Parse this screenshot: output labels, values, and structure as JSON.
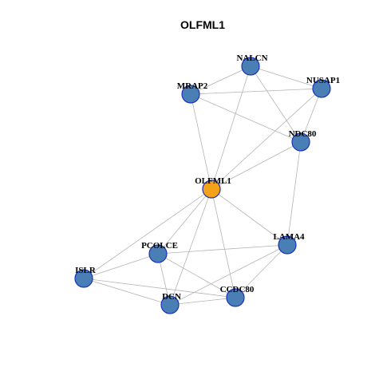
{
  "graph": {
    "title": "OLFML1",
    "colors": {
      "hub_node": "#f5a21b",
      "node": "#4a7fb5",
      "node_border": "#1a33bf",
      "edge": "#b4b4b4"
    },
    "nodes": [
      {
        "id": "OLFML1",
        "label": "OLFML1",
        "hub": true
      },
      {
        "id": "NALCN",
        "label": "NALCN",
        "hub": false
      },
      {
        "id": "NUSAP1",
        "label": "NUSAP1",
        "hub": false
      },
      {
        "id": "MRAP2",
        "label": "MRAP2",
        "hub": false
      },
      {
        "id": "NDC80",
        "label": "NDC80",
        "hub": false
      },
      {
        "id": "LAMA4",
        "label": "LAMA4",
        "hub": false
      },
      {
        "id": "PCOLCE",
        "label": "PCOLCE",
        "hub": false
      },
      {
        "id": "ISLR",
        "label": "ISLR",
        "hub": false
      },
      {
        "id": "CCDC80",
        "label": "CCDC80",
        "hub": false
      },
      {
        "id": "DCN",
        "label": "DCN",
        "hub": false
      }
    ],
    "edges": [
      [
        "NALCN",
        "NUSAP1"
      ],
      [
        "NALCN",
        "MRAP2"
      ],
      [
        "NALCN",
        "NDC80"
      ],
      [
        "NALCN",
        "OLFML1"
      ],
      [
        "MRAP2",
        "NUSAP1"
      ],
      [
        "MRAP2",
        "NDC80"
      ],
      [
        "MRAP2",
        "OLFML1"
      ],
      [
        "NUSAP1",
        "NDC80"
      ],
      [
        "NUSAP1",
        "OLFML1"
      ],
      [
        "NDC80",
        "OLFML1"
      ],
      [
        "NDC80",
        "LAMA4"
      ],
      [
        "OLFML1",
        "LAMA4"
      ],
      [
        "OLFML1",
        "PCOLCE"
      ],
      [
        "OLFML1",
        "ISLR"
      ],
      [
        "OLFML1",
        "DCN"
      ],
      [
        "OLFML1",
        "CCDC80"
      ],
      [
        "PCOLCE",
        "LAMA4"
      ],
      [
        "PCOLCE",
        "ISLR"
      ],
      [
        "PCOLCE",
        "DCN"
      ],
      [
        "PCOLCE",
        "CCDC80"
      ],
      [
        "LAMA4",
        "DCN"
      ],
      [
        "LAMA4",
        "CCDC80"
      ],
      [
        "ISLR",
        "DCN"
      ],
      [
        "ISLR",
        "CCDC80"
      ],
      [
        "DCN",
        "CCDC80"
      ]
    ]
  }
}
